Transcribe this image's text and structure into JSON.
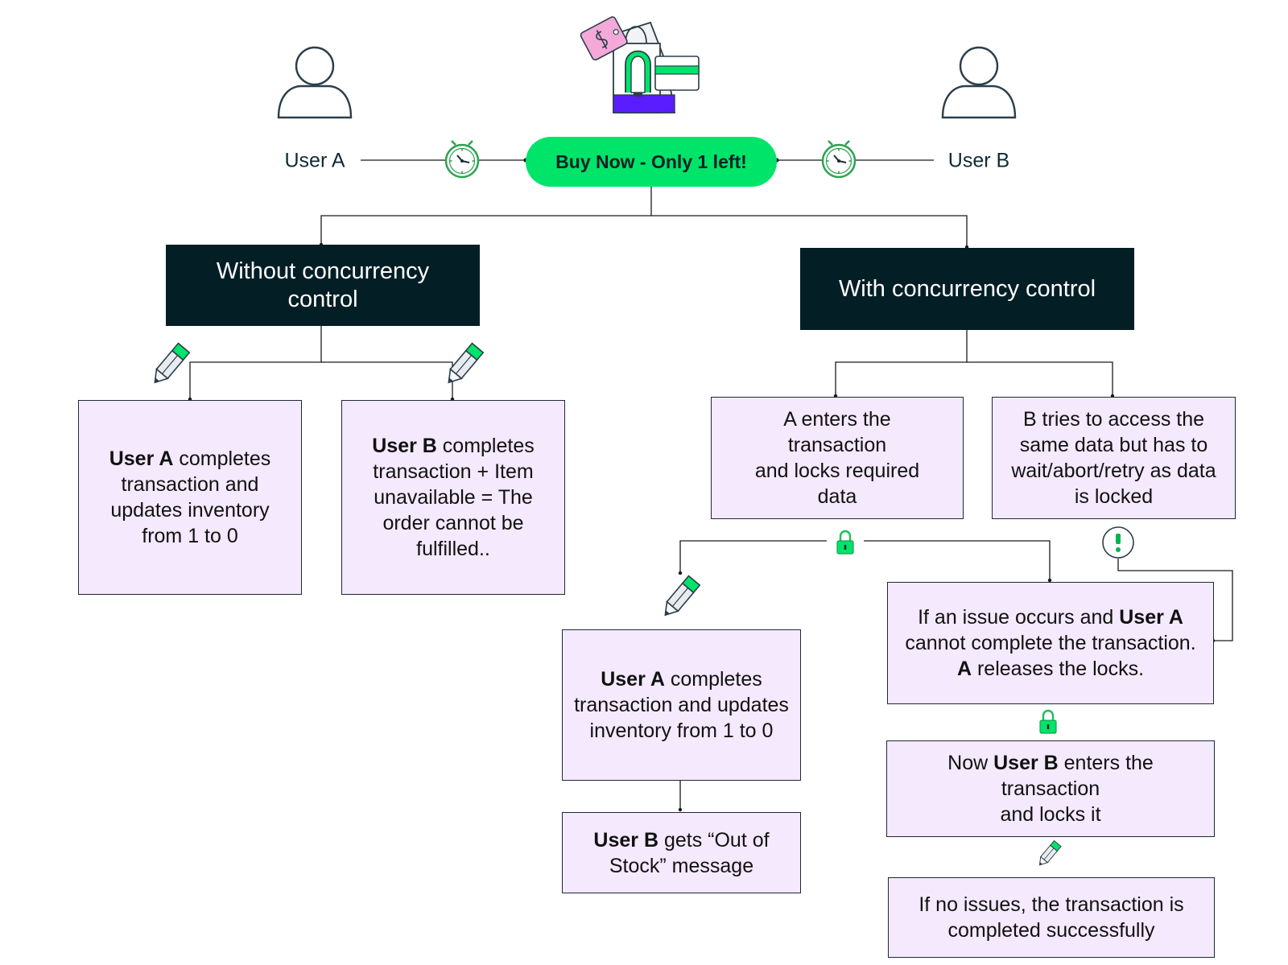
{
  "top": {
    "user_a": "User A",
    "user_b": "User B",
    "buy_button": "Buy Now - Only 1 left!"
  },
  "branches": {
    "without": {
      "line1": "Without concurrency",
      "line2": "control"
    },
    "with": {
      "label": "With concurrency control"
    }
  },
  "without_boxes": {
    "a": {
      "bold": "User A",
      "rest": " completes transaction and updates inventory from 1 to 0"
    },
    "b": {
      "bold": "User B",
      "rest": " completes transaction + Item unavailable = The order cannot be fulfilled.."
    }
  },
  "with_boxes": {
    "a_enters": {
      "line1": "A enters the",
      "line2": "transaction",
      "line3": "and locks required",
      "line4": "data"
    },
    "b_tries": {
      "text": "B tries to access the same data but has to wait/abort/retry as data is locked"
    },
    "a_completes": {
      "bold": "User A",
      "rest": " completes transaction and updates inventory from 1 to 0"
    },
    "b_out_of_stock": {
      "bold": "User B",
      "rest": " gets “Out of Stock” message"
    },
    "issue": {
      "p1": "If an issue occurs and ",
      "b1": "User A",
      "p2": " cannot complete the transaction. ",
      "b2": "A",
      "p3": " releases the locks."
    },
    "now_b": {
      "p1": "Now ",
      "b1": "User B",
      "p2": " enters the",
      "line2": "transaction",
      "line3": "and locks it"
    },
    "success": {
      "text": "If no issues, the transaction is completed successfully"
    }
  },
  "icons": [
    "user-icon",
    "clock-icon",
    "shopping-bag-icon",
    "pencil-icon",
    "lock-icon",
    "warning-icon"
  ],
  "colors": {
    "accent_green": "#00e46a",
    "dark_panel": "#041e26",
    "box_fill": "#f4e9fd",
    "icon_stroke": "#2b3e4a"
  }
}
